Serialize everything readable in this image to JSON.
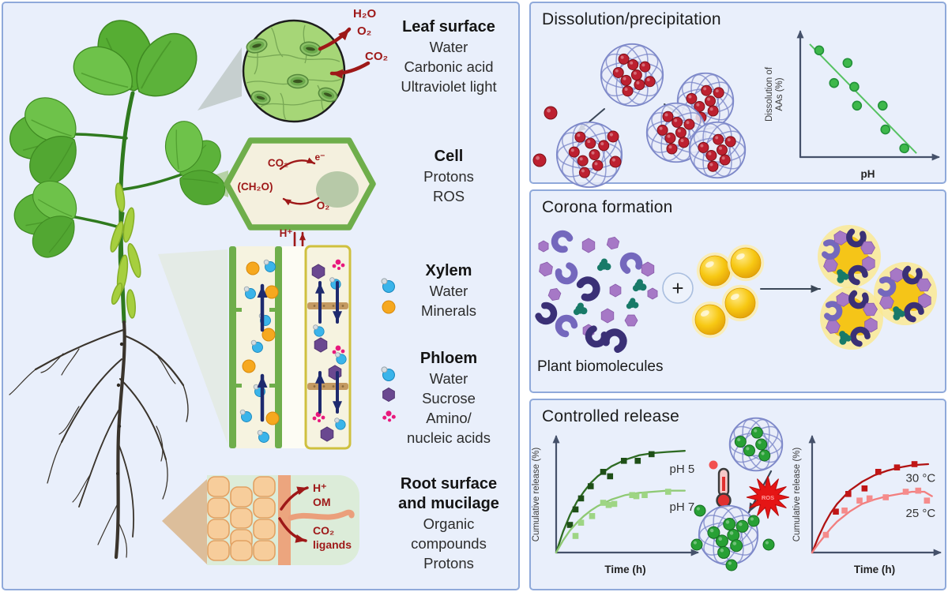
{
  "left_panel": {
    "leaf_surface": {
      "title": "Leaf surface",
      "lines": [
        "Water",
        "Carbonic acid",
        "Ultraviolet light"
      ]
    },
    "cell": {
      "title": "Cell",
      "lines": [
        "Protons",
        "ROS"
      ]
    },
    "xylem": {
      "title": "Xylem",
      "lines": [
        "Water",
        "Minerals"
      ]
    },
    "phloem": {
      "title": "Phloem",
      "lines": [
        "Water",
        "Sucrose",
        "Amino/",
        "nucleic acids"
      ]
    },
    "root": {
      "title_line1": "Root surface",
      "title_line2": "and mucilage",
      "lines": [
        "Organic",
        "compounds",
        "Protons"
      ]
    },
    "chem_labels": {
      "h2o": "H₂O",
      "o2": "O₂",
      "co2": "CO₂",
      "cell_co2": "CO₂",
      "cell_e": "e⁻",
      "cell_ch2o": "(CH₂O)",
      "cell_o2": "O₂",
      "cell_h": "H⁺",
      "root_h": "H⁺",
      "root_om": "OM",
      "root_co2": "CO₂",
      "root_ligands": "ligands"
    }
  },
  "panels": {
    "dissolution": {
      "title": "Dissolution/precipitation"
    },
    "corona": {
      "title": "Corona formation",
      "plus_sign": "+",
      "biomolecules_label": "Plant biomolecules"
    },
    "release": {
      "title": "Controlled release",
      "ros_label": "ROS"
    }
  },
  "icons": {
    "water": "water-droplet-icon",
    "minerals": "mineral-dot-icon",
    "sucrose": "sucrose-hexagon-icon",
    "amino": "amino-acids-dots-icon",
    "thermometer": "thermometer-icon",
    "ros_burst": "ros-starburst-icon"
  },
  "colors": {
    "panel_bg": "#e9effb",
    "panel_border": "#8fa9da",
    "chem_red": "#9e1818",
    "transport_arrow_navy": "#1e2a6e",
    "nanoparticle_mesh": "#7d88c9"
  },
  "chart_data": [
    {
      "id": "dissolution-chart",
      "type": "scatter",
      "title": "",
      "xlabel": "pH",
      "ylabel": [
        "Dissolution of",
        "AAs (%)"
      ],
      "xlim": [
        0,
        10
      ],
      "ylim": [
        0,
        100
      ],
      "grid": false,
      "legend": "none",
      "series": [
        {
          "name": "trend-line",
          "type": "line",
          "color": "#56c262",
          "points": [
            [
              0.7,
              90
            ],
            [
              8.6,
              3
            ]
          ]
        },
        {
          "name": "AA dissolution vs pH",
          "type": "scatter",
          "color": "#3eb84b",
          "edge": "#23913a",
          "points": [
            [
              1.4,
              85
            ],
            [
              3.5,
              75
            ],
            [
              2.5,
              59
            ],
            [
              4.0,
              56
            ],
            [
              4.2,
              41
            ],
            [
              6.1,
              41
            ],
            [
              6.3,
              22
            ],
            [
              7.7,
              7
            ]
          ]
        }
      ]
    },
    {
      "id": "release-ph-chart",
      "type": "line",
      "title": "",
      "xlabel": "Time (h)",
      "ylabel": [
        "Cumulative release (%)"
      ],
      "xlim": [
        0,
        10
      ],
      "ylim": [
        0,
        105
      ],
      "grid": false,
      "legend": "inline",
      "series": [
        {
          "name": "pH 5",
          "label": "pH 5",
          "label_at": [
            8.2,
            72
          ],
          "color": "#2e6b23",
          "marker_color": "#1e4f17",
          "curve": [
            [
              0,
              0
            ],
            [
              0.5,
              19
            ],
            [
              1,
              34
            ],
            [
              1.5,
              46
            ],
            [
              2,
              55
            ],
            [
              2.5,
              63
            ],
            [
              3,
              69
            ],
            [
              4,
              78
            ],
            [
              5,
              84
            ],
            [
              6,
              88
            ],
            [
              7,
              90
            ],
            [
              8,
              91
            ],
            [
              9.3,
              92
            ]
          ],
          "markers": [
            [
              1,
              25
            ],
            [
              1.4,
              39
            ],
            [
              1.8,
              49
            ],
            [
              2.5,
              60
            ],
            [
              3.4,
              73
            ],
            [
              3.9,
              69
            ],
            [
              4.9,
              83
            ],
            [
              5.9,
              83
            ],
            [
              6.9,
              89
            ]
          ]
        },
        {
          "name": "pH 7",
          "label": "pH 7",
          "label_at": [
            8.2,
            38
          ],
          "color": "#8ec973",
          "marker_color": "#9ed584",
          "curve": [
            [
              0,
              0
            ],
            [
              0.5,
              11
            ],
            [
              1,
              20
            ],
            [
              1.5,
              27
            ],
            [
              2,
              33
            ],
            [
              2.5,
              38
            ],
            [
              3,
              42
            ],
            [
              4,
              48
            ],
            [
              5,
              52
            ],
            [
              6,
              54
            ],
            [
              7,
              55
            ],
            [
              8,
              56
            ],
            [
              9.3,
              56
            ]
          ],
          "markers": [
            [
              1.4,
              15
            ],
            [
              1.8,
              27
            ],
            [
              2.6,
              33
            ],
            [
              3.4,
              45
            ],
            [
              3.8,
              43
            ],
            [
              4.2,
              44
            ],
            [
              5.5,
              52
            ],
            [
              5.8,
              51
            ],
            [
              6.4,
              52
            ],
            [
              8.1,
              55
            ]
          ]
        }
      ]
    },
    {
      "id": "release-temp-chart",
      "type": "line",
      "title": "",
      "xlabel": "Time (h)",
      "ylabel": [
        "Cumulative release (%)"
      ],
      "xlim": [
        0,
        10
      ],
      "ylim": [
        0,
        105
      ],
      "grid": false,
      "legend": "inline",
      "series": [
        {
          "name": "30 °C",
          "label": "30 °C",
          "label_at": [
            7.5,
            64
          ],
          "color": "#b01212",
          "marker_color": "#c01616",
          "curve": [
            [
              0,
              0
            ],
            [
              0.5,
              14
            ],
            [
              1,
              26
            ],
            [
              1.5,
              36
            ],
            [
              2,
              44
            ],
            [
              3,
              56
            ],
            [
              4,
              64
            ],
            [
              5,
              70
            ],
            [
              6,
              74
            ],
            [
              7,
              77
            ],
            [
              8,
              79
            ],
            [
              9.3,
              80
            ]
          ],
          "markers": [
            [
              1.9,
              37
            ],
            [
              2.9,
              53
            ],
            [
              4.2,
              58
            ],
            [
              5.3,
              73
            ],
            [
              6.8,
              77
            ],
            [
              8.2,
              80
            ]
          ]
        },
        {
          "name": "25 °C",
          "label": "25 °C",
          "label_at": [
            7.5,
            32
          ],
          "color": "#f27e7e",
          "marker_color": "#f58b8b",
          "curve": [
            [
              0,
              0
            ],
            [
              0.5,
              8
            ],
            [
              1,
              15
            ],
            [
              1.5,
              22
            ],
            [
              2,
              28
            ],
            [
              3,
              37
            ],
            [
              4,
              44
            ],
            [
              5,
              48
            ],
            [
              6,
              51
            ],
            [
              7,
              53
            ],
            [
              8,
              55
            ],
            [
              9,
              55
            ],
            [
              9.6,
              51
            ]
          ],
          "markers": [
            [
              1.1,
              16
            ],
            [
              2.6,
              38
            ],
            [
              3.8,
              47
            ],
            [
              4.6,
              49
            ],
            [
              5.9,
              50
            ],
            [
              7.5,
              55
            ],
            [
              8.5,
              56
            ],
            [
              9.2,
              47
            ]
          ]
        }
      ]
    }
  ]
}
